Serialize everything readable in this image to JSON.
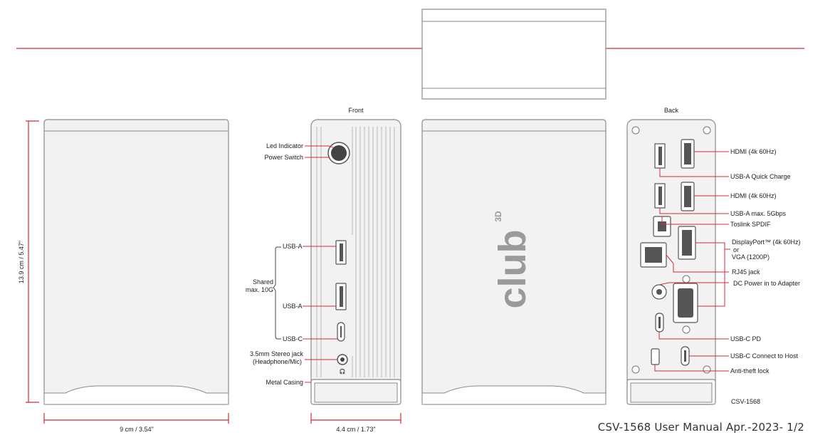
{
  "views": {
    "front": "Front",
    "back": "Back"
  },
  "dimensions": {
    "height": "13.9 cm / 5.47\"",
    "width": "9 cm / 3.54\"",
    "depth": "4.4 cm / 1.73\""
  },
  "front_labels": {
    "led": "Led Indicator",
    "power": "Power Switch",
    "usba1": "USB-A",
    "usba2": "USB-A",
    "usbc": "USB-C",
    "shared_line1": "Shared",
    "shared_line2": "max. 10G",
    "jack_line1": "3.5mm Stereo jack",
    "jack_line2": "(Headphone/Mic)",
    "casing": "Metal Casing"
  },
  "back_labels": {
    "hdmi1": "HDMI (4k 60Hz)",
    "usba_qc": "USB-A Quick Charge",
    "hdmi2": "HDMI (4k 60Hz)",
    "usba_5g": "USB-A max. 5Gbps",
    "toslink": "Toslink SPDIF",
    "dp_line1": "DisplayPort™ (4k 60Hz)",
    "dp_line2": "or",
    "dp_line3": "VGA (1200P)",
    "rj45": "RJ45 jack",
    "dc": "DC Power in  to Adapter",
    "usbc_pd": "USB-C PD",
    "usbc_host": "USB-C Connect to Host",
    "antitheft": "Anti-theft lock"
  },
  "model": "CSV-1568",
  "footer": "CSV-1568 User Manual Apr.-2023- 1/2",
  "brand": {
    "name": "club",
    "sup": "3D"
  },
  "colors": {
    "accent": "#d42a3c",
    "outline": "#8a8a8a",
    "face": "#f2f2f2",
    "text": "#222222"
  }
}
